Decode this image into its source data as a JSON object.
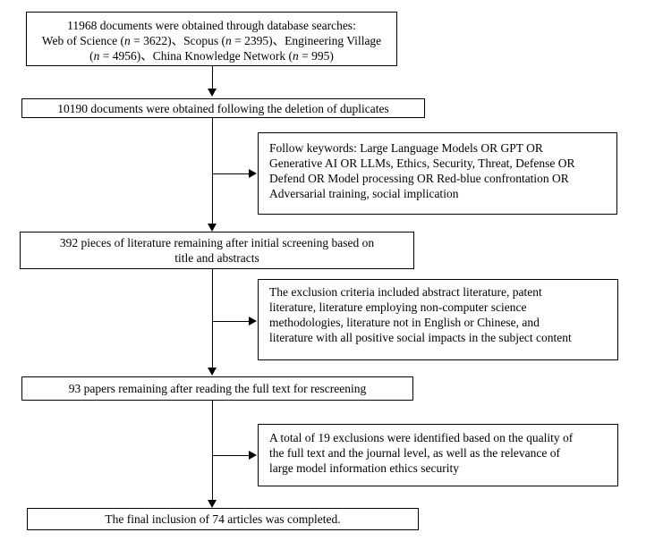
{
  "box1": {
    "line1": "11968 documents were obtained through database searches:",
    "wos_pre": "Web of Science (",
    "wos_n": "n",
    "wos_post": " = 3622)、Scopus (",
    "scopus_n": "n",
    "scopus_post": " = 2395)、Engineering Village",
    "ev_pre": "(",
    "ev_n": "n",
    "ev_post": " = 4956)、China Knowledge Network (",
    "ckn_n": "n",
    "ckn_post": " = 995)"
  },
  "box2": {
    "text": "10190 documents were obtained following the deletion of duplicates"
  },
  "side1": {
    "lines": [
      "Follow keywords: Large Language Models OR GPT OR",
      "Generative AI OR LLMs, Ethics, Security, Threat, Defense OR",
      "Defend OR Model processing OR Red-blue confrontation OR",
      "Adversarial training, social implication"
    ]
  },
  "box3": {
    "lines": [
      "392 pieces of literature remaining after initial screening based on",
      "title and abstracts"
    ]
  },
  "side2": {
    "lines": [
      "The exclusion criteria included abstract literature, patent",
      "literature, literature employing non-computer science",
      "methodologies, literature not in English or Chinese, and",
      "literature with all positive social impacts in the subject content"
    ]
  },
  "box4": {
    "text": "93 papers remaining after reading the full text for rescreening"
  },
  "side3": {
    "lines": [
      "A total of 19 exclusions were identified based on the quality of",
      "the full text and the journal level, as well as the relevance of",
      "large model information ethics security"
    ]
  },
  "box5": {
    "text": "The final inclusion of 74 articles was completed."
  }
}
